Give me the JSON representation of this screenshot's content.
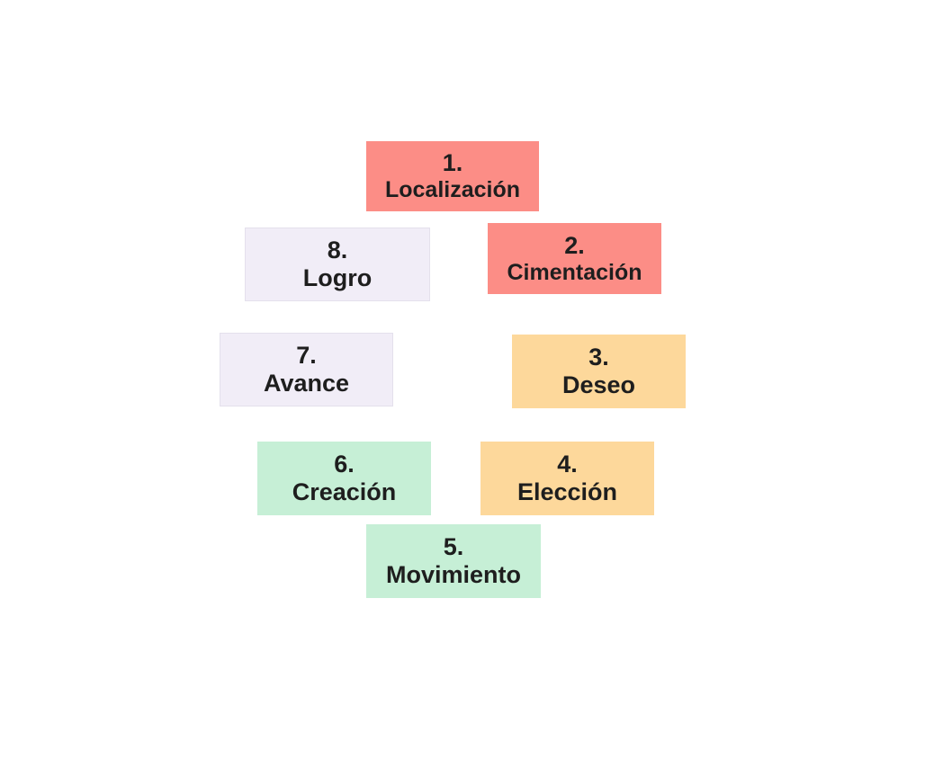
{
  "diagram": {
    "colors": {
      "red": "#fc8d86",
      "orange": "#fdd89b",
      "green": "#c6efd6",
      "lavender": "#f1edf7"
    },
    "steps": [
      {
        "number": "1.",
        "label": "Localización",
        "color": "red"
      },
      {
        "number": "2.",
        "label": "Cimentación",
        "color": "red"
      },
      {
        "number": "3.",
        "label": "Deseo",
        "color": "orange"
      },
      {
        "number": "4.",
        "label": "Elección",
        "color": "orange"
      },
      {
        "number": "5.",
        "label": "Movimiento",
        "color": "green"
      },
      {
        "number": "6.",
        "label": "Creación",
        "color": "green"
      },
      {
        "number": "7.",
        "label": "Avance",
        "color": "lavender"
      },
      {
        "number": "8.",
        "label": "Logro",
        "color": "lavender"
      }
    ]
  }
}
